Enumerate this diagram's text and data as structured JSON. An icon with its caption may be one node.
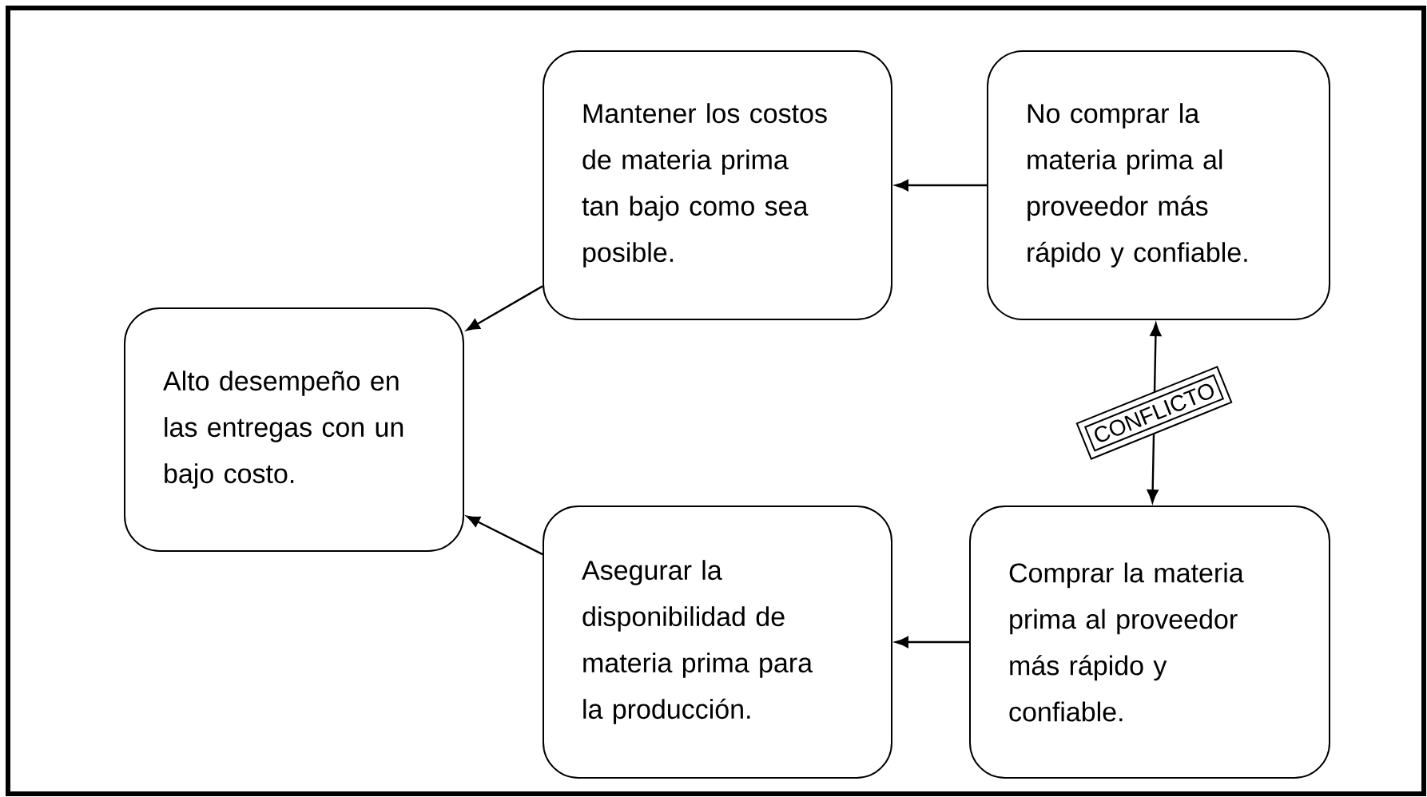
{
  "diagram": {
    "nodes": [
      {
        "text": [
          "Alto desempeño en las entregas con un bajo costo."
        ]
      },
      {
        "text": [
          "Mantener los costos de materia prima tan bajo como sea posible."
        ]
      },
      {
        "text": [
          "No comprar la materia prima al proveedor más rápido y confiable."
        ]
      },
      {
        "text": [
          "Asegurar la disponibilidad de materia prima para la producción."
        ]
      },
      {
        "text": [
          "Comprar la materia prima al proveedor más rápido y confiable."
        ]
      }
    ],
    "edges": [
      {
        "from": 1,
        "to": 0,
        "arrow": "to"
      },
      {
        "from": 3,
        "to": 0,
        "arrow": "to"
      },
      {
        "from": 2,
        "to": 1,
        "arrow": "to"
      },
      {
        "from": 4,
        "to": 3,
        "arrow": "to"
      },
      {
        "from": 2,
        "to": 4,
        "arrow": "both",
        "label": "CONFLICTO"
      }
    ]
  }
}
